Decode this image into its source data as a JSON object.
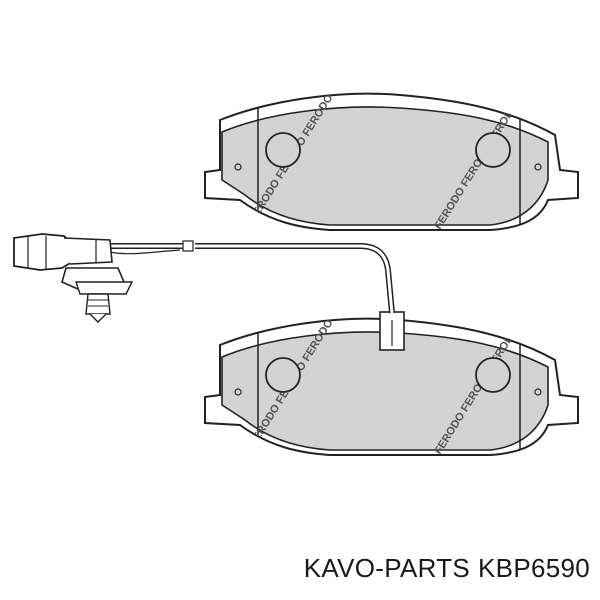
{
  "product": {
    "brand": "KAVO-PARTS",
    "part_number": "KBP6590"
  },
  "drawing": {
    "pad_marking": "FERODO FERODO FERODO",
    "pad_fill": "#d3d3d3",
    "line_color": "#222222",
    "part_count": {
      "pads": 2,
      "wear_sensor": 1
    }
  }
}
